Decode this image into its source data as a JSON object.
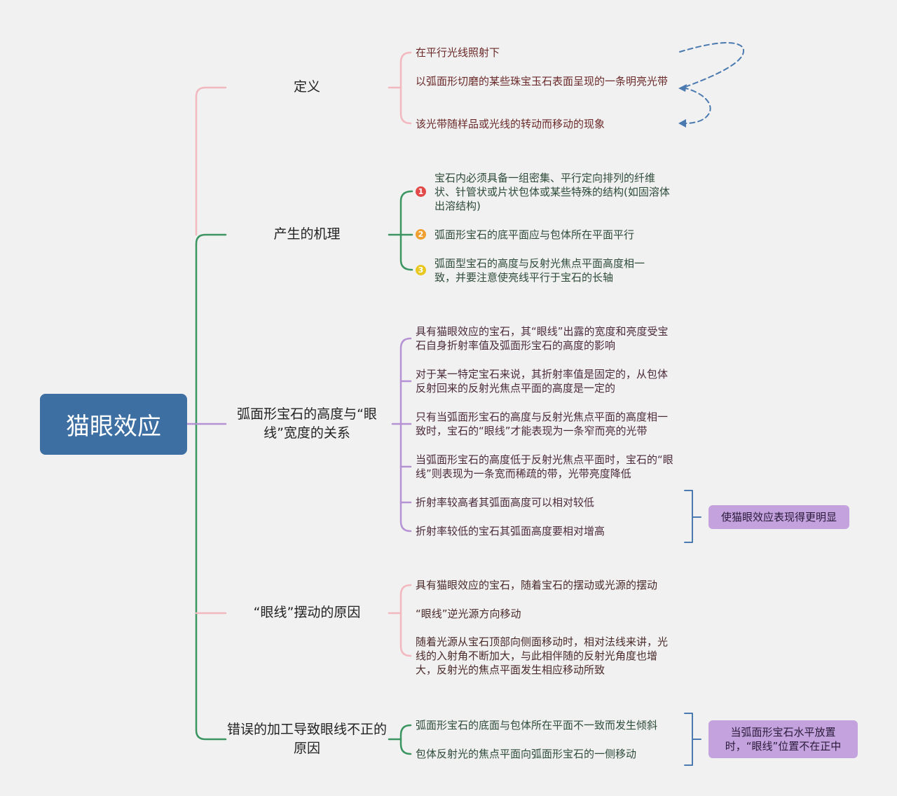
{
  "root": {
    "title": "猫眼效应"
  },
  "colors": {
    "root_bg": "#3d6fa2",
    "pink": "#f2b8c0",
    "green": "#3a9560",
    "purple": "#b592d4",
    "blue_bracket": "#4a7ab0",
    "note_bg": "#c3a2dd",
    "badge_red": "#e24a4a",
    "badge_orange": "#f0a030",
    "badge_yellow": "#e8c820"
  },
  "branches": [
    {
      "title": "定义",
      "leaves": [
        "在平行光线照射下",
        "以弧面形切磨的某些珠宝玉石表面呈现的一条明亮光带",
        "该光带随样品或光线的转动而移动的现象"
      ]
    },
    {
      "title": "产生的机理",
      "leaves": [
        "宝石内必须具备一组密集、平行定向排列的纤维状、针管状或片状包体或某些特殊的结构(如固溶体出溶结构)",
        "弧面形宝石的底平面应与包体所在平面平行",
        "弧面型宝石的高度与反射光焦点平面高度相一致，并要注意使亮线平行于宝石的长轴"
      ],
      "badges": [
        "1",
        "2",
        "3"
      ]
    },
    {
      "title": "弧面形宝石的高度与“眼线”宽度的关系",
      "leaves": [
        "具有猫眼效应的宝石，其“眼线”出露的宽度和亮度受宝石自身折射率值及弧面形宝石的高度的影响",
        "对于某一特定宝石来说，其折射率值是固定的，从包体反射回来的反射光焦点平面的高度是一定的",
        "只有当弧面形宝石的高度与反射光焦点平面的高度相一致时，宝石的“眼线”才能表现为一条窄而亮的光带",
        "当弧面形宝石的高度低于反射光焦点平面时，宝石的“眼线”则表现为一条宽而稀疏的带，光带亮度降低",
        "折射率较高者其弧面高度可以相对较低",
        "折射率较低的宝石其弧面高度要相对增高"
      ],
      "note": "使猫眼效应表现得更明显"
    },
    {
      "title": "“眼线”摆动的原因",
      "leaves": [
        "具有猫眼效应的宝石，随着宝石的摆动或光源的摆动",
        "“眼线”逆光源方向移动",
        "随着光源从宝石顶部向侧面移动时，相对法线来讲，光线的入射角不断加大，与此相伴随的反射光角度也增大，反射光的焦点平面发生相应移动所致"
      ]
    },
    {
      "title": "错误的加工导致眼线不正的原因",
      "leaves": [
        "弧面形宝石的底面与包体所在平面不一致而发生倾斜",
        "包体反射光的焦点平面向弧面形宝石的一侧移动"
      ],
      "note": "当弧面形宝石水平放置时，“眼线”位置不在正中"
    }
  ]
}
